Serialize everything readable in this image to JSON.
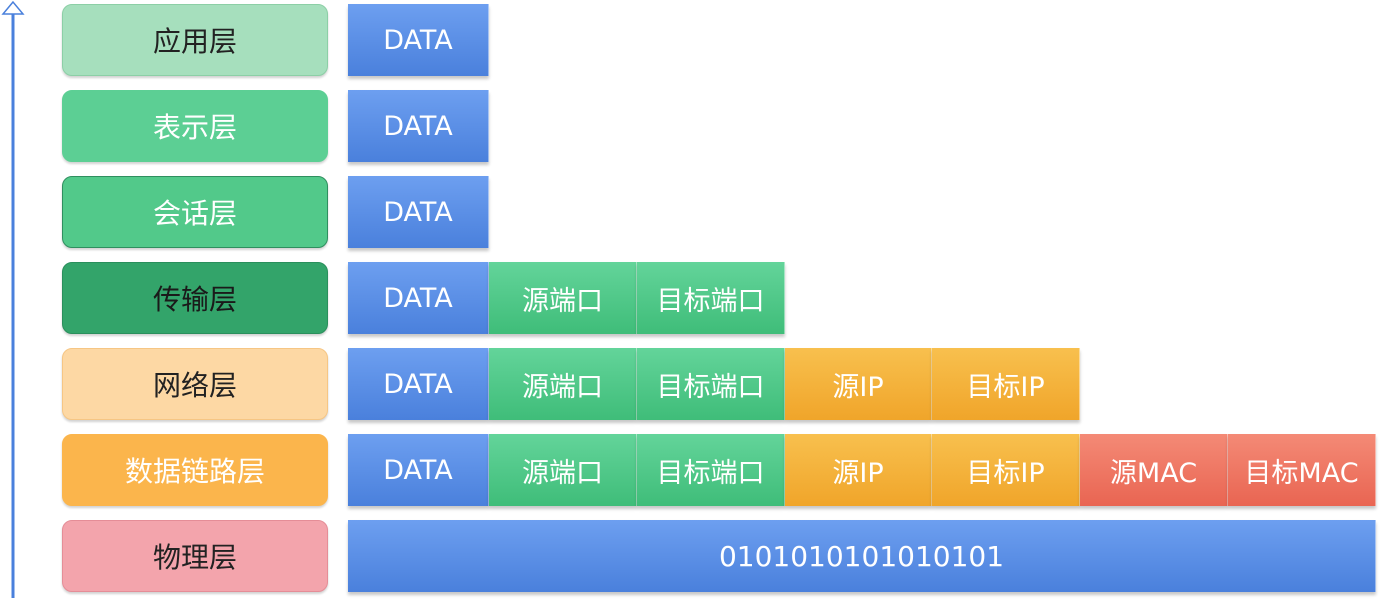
{
  "colors": {
    "arrow": "#4a80dc",
    "data_cell": "#5a8fe6",
    "port_cell": "#4fc785",
    "ip_cell": "#f4b23c",
    "mac_cell": "#ee7662"
  },
  "layers": [
    {
      "label": "应用层",
      "color": "#a6dfbd",
      "border": "#8ccfa6",
      "text_color": "#222222"
    },
    {
      "label": "表示层",
      "color": "#5ccf94",
      "border": "#5ccf94",
      "text_color": "#ffffff"
    },
    {
      "label": "会话层",
      "color": "#52c98a",
      "border": "#2f8f5f",
      "text_color": "#ffffff"
    },
    {
      "label": "传输层",
      "color": "#33a46a",
      "border": "#2a8f5c",
      "text_color": "#1a1a1a"
    },
    {
      "label": "网络层",
      "color": "#fdd8a4",
      "border": "#f6c684",
      "text_color": "#222222"
    },
    {
      "label": "数据链路层",
      "color": "#fbb54c",
      "border": "#fbb54c",
      "text_color": "#ffffff"
    },
    {
      "label": "物理层",
      "color": "#f3a4ac",
      "border": "#e58d97",
      "text_color": "#222222"
    }
  ],
  "rows": [
    [
      {
        "kind": "data",
        "label": "DATA"
      }
    ],
    [
      {
        "kind": "data",
        "label": "DATA"
      }
    ],
    [
      {
        "kind": "data",
        "label": "DATA"
      }
    ],
    [
      {
        "kind": "data",
        "label": "DATA"
      },
      {
        "kind": "port",
        "label": "源端口"
      },
      {
        "kind": "port",
        "label": "目标端口"
      }
    ],
    [
      {
        "kind": "data",
        "label": "DATA"
      },
      {
        "kind": "port",
        "label": "源端口"
      },
      {
        "kind": "port",
        "label": "目标端口"
      },
      {
        "kind": "ip",
        "label": "源IP"
      },
      {
        "kind": "ip",
        "label": "目标IP"
      }
    ],
    [
      {
        "kind": "data",
        "label": "DATA"
      },
      {
        "kind": "port",
        "label": "源端口"
      },
      {
        "kind": "port",
        "label": "目标端口"
      },
      {
        "kind": "ip",
        "label": "源IP"
      },
      {
        "kind": "ip",
        "label": "目标IP"
      },
      {
        "kind": "mac",
        "label": "源MAC"
      },
      {
        "kind": "mac",
        "label": "目标MAC"
      }
    ],
    [
      {
        "kind": "bits",
        "label": "0101010101010101"
      }
    ]
  ]
}
